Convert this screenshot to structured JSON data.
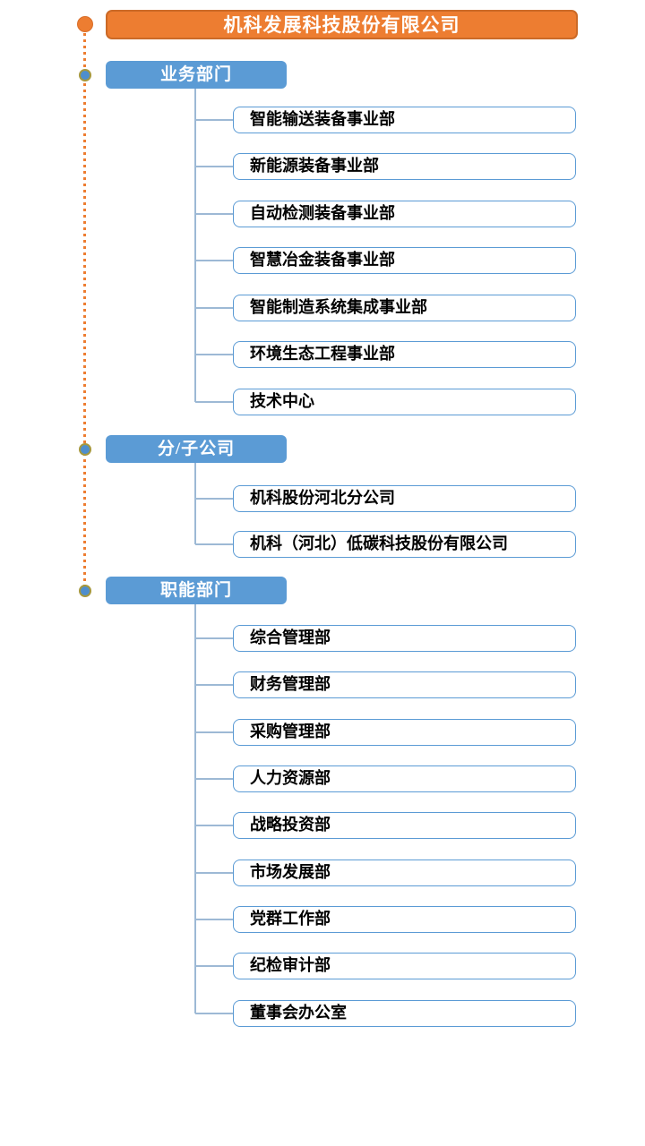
{
  "diagram": {
    "type": "org-chart",
    "title": "机科发展科技股份有限公司",
    "sections": [
      {
        "label": "业务部门",
        "items": [
          "智能输送装备事业部",
          "新能源装备事业部",
          "自动检测装备事业部",
          "智慧冶金装备事业部",
          "智能制造系统集成事业部",
          "环境生态工程事业部",
          "技术中心"
        ]
      },
      {
        "label": "分/子公司",
        "items": [
          "机科股份河北分公司",
          "机科（河北）低碳科技股份有限公司"
        ]
      },
      {
        "label": "职能部门",
        "items": [
          "综合管理部",
          "财务管理部",
          "采购管理部",
          "人力资源部",
          "战略投资部",
          "市场发展部",
          "党群工作部",
          "纪检审计部",
          "董事会办公室"
        ]
      }
    ],
    "colors": {
      "root_fill": "#ED7D31",
      "root_border": "#CB6A27",
      "header_fill": "#5B9BD5",
      "item_border": "#5B9BD5",
      "item_text": "#000000",
      "connector_line": "#9DB9D5",
      "spine_dotted": "#ED7D31",
      "section_dot_fill": "#4E8ECD",
      "section_dot_ring": "#A5983F"
    }
  }
}
